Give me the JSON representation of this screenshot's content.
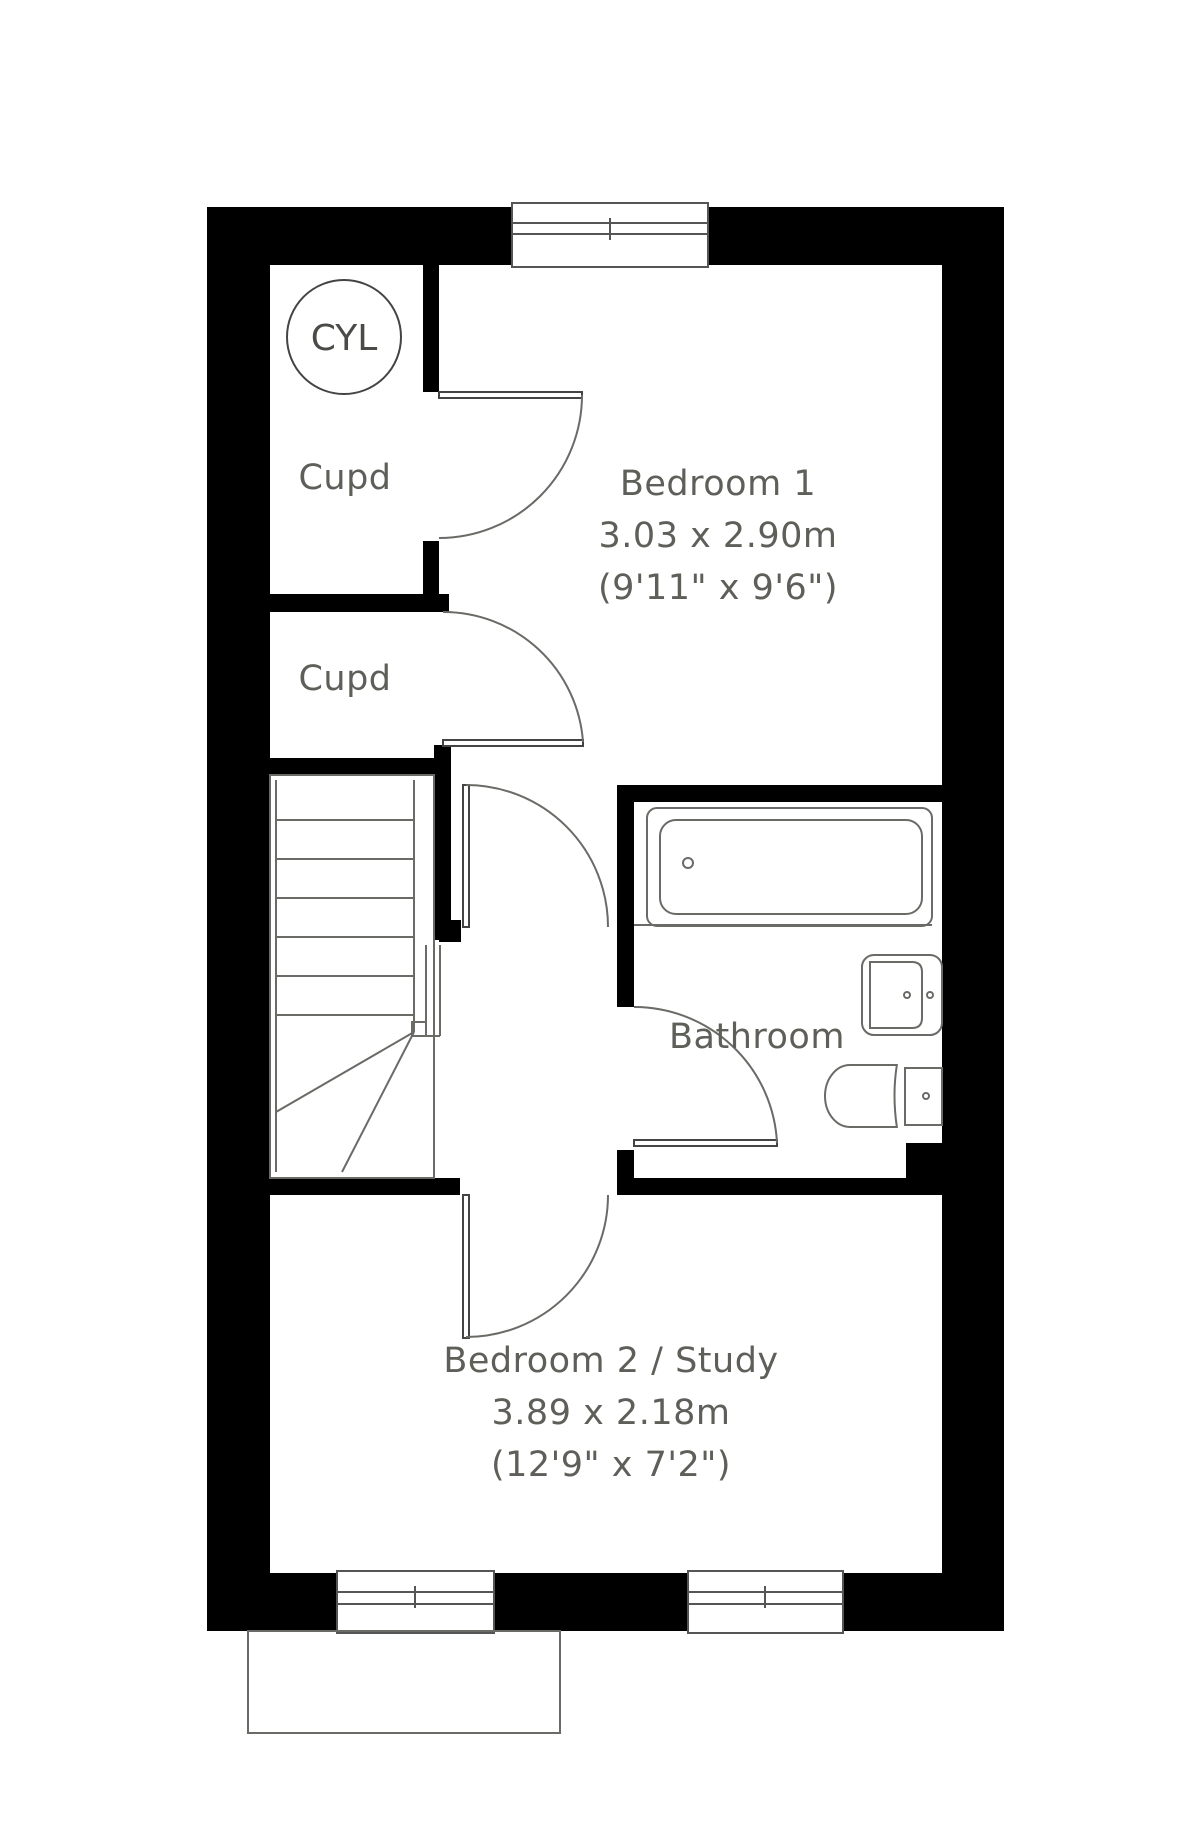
{
  "plan": {
    "colors": {
      "wall": "#000000",
      "line": "#6a6a66",
      "text": "#5f5f5a",
      "background": "#ffffff"
    },
    "rooms": [
      {
        "id": "bedroom1",
        "name": "Bedroom 1",
        "metric": "3.03 x 2.90m",
        "imperial": "(9'11\" x 9'6\")"
      },
      {
        "id": "bedroom2",
        "name": "Bedroom 2 / Study",
        "metric": "3.89 x 2.18m",
        "imperial": "(12'9\" x 7'2\")"
      },
      {
        "id": "bathroom",
        "name": "Bathroom"
      },
      {
        "id": "cupd1",
        "name": "Cupd"
      },
      {
        "id": "cupd2",
        "name": "Cupd"
      }
    ],
    "cylinder": {
      "label": "CYL"
    }
  }
}
